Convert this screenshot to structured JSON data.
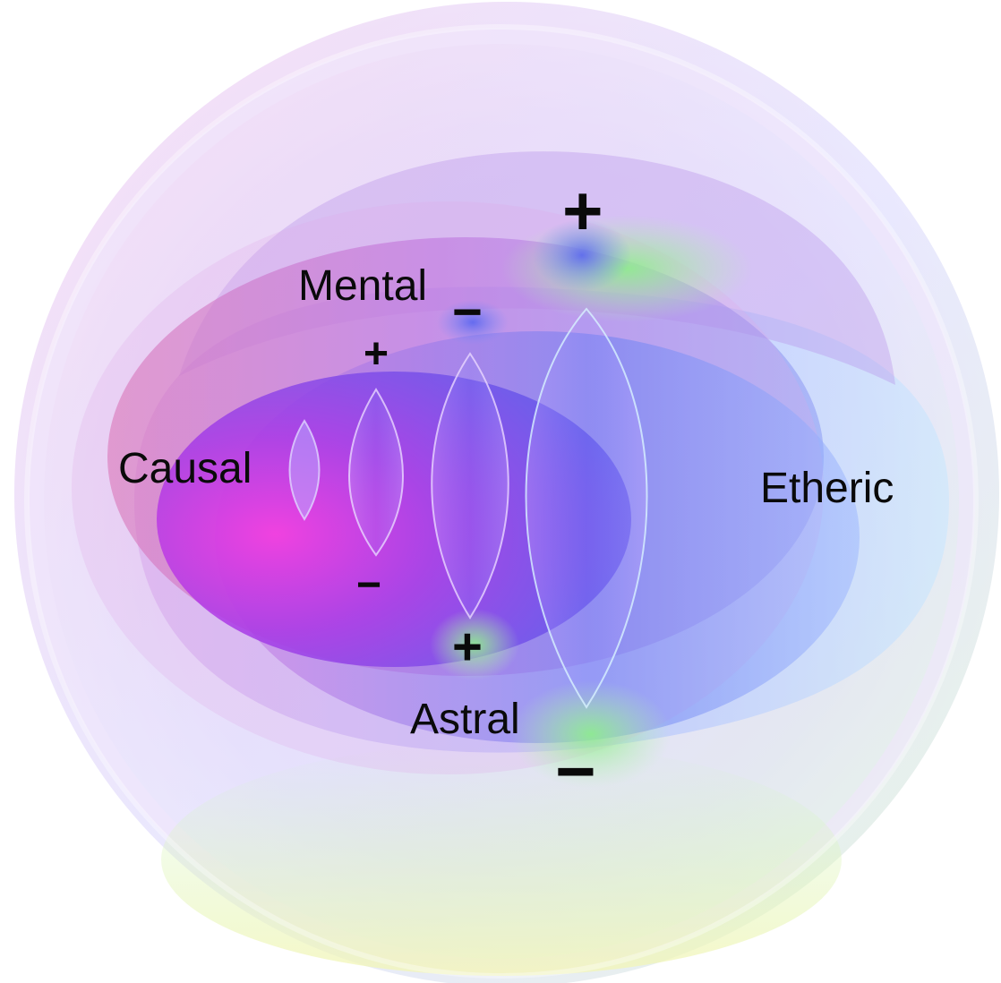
{
  "labels": {
    "mental": "Mental",
    "causal": "Causal",
    "etheric": "Etheric",
    "astral": "Astral"
  },
  "signs": {
    "etheric_top": "+",
    "etheric_bottom": "−",
    "mental_top": "−",
    "causal_top": "+",
    "causal_bottom": "−",
    "astral_top": "+"
  },
  "colors": {
    "causal": "#e040d8",
    "mental": "#6a4ee8",
    "astral": "#5b6ef0",
    "etheric": "#b9c4ff",
    "outer_aura": "#e9d8f6",
    "green_glow": "#a8f0a8"
  }
}
